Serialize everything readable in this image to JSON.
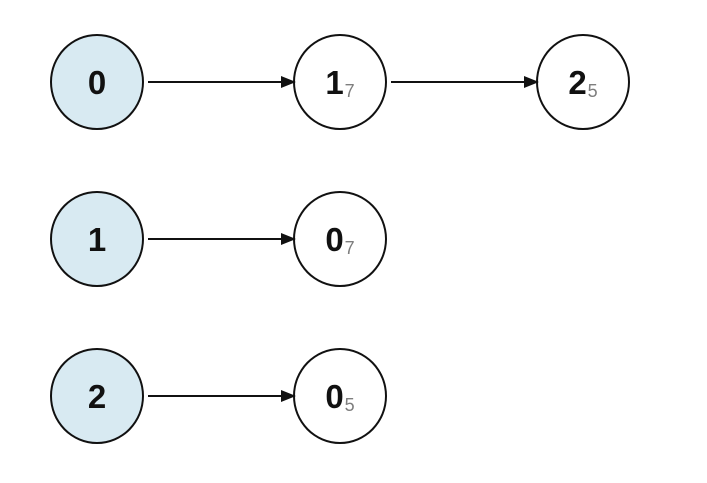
{
  "diagram": {
    "type": "weighted-adjacency-list",
    "colors": {
      "source_fill": "#d8eaf2",
      "neighbor_fill": "#ffffff",
      "stroke": "#111111",
      "arrow": "#111111",
      "label_text": "#111111",
      "weight_text": "#7e7e7e"
    },
    "rows": [
      {
        "source": "0",
        "neighbors": [
          {
            "label": "1",
            "weight": "7"
          },
          {
            "label": "2",
            "weight": "5"
          }
        ]
      },
      {
        "source": "1",
        "neighbors": [
          {
            "label": "0",
            "weight": "7"
          }
        ]
      },
      {
        "source": "2",
        "neighbors": [
          {
            "label": "0",
            "weight": "5"
          }
        ]
      }
    ]
  }
}
